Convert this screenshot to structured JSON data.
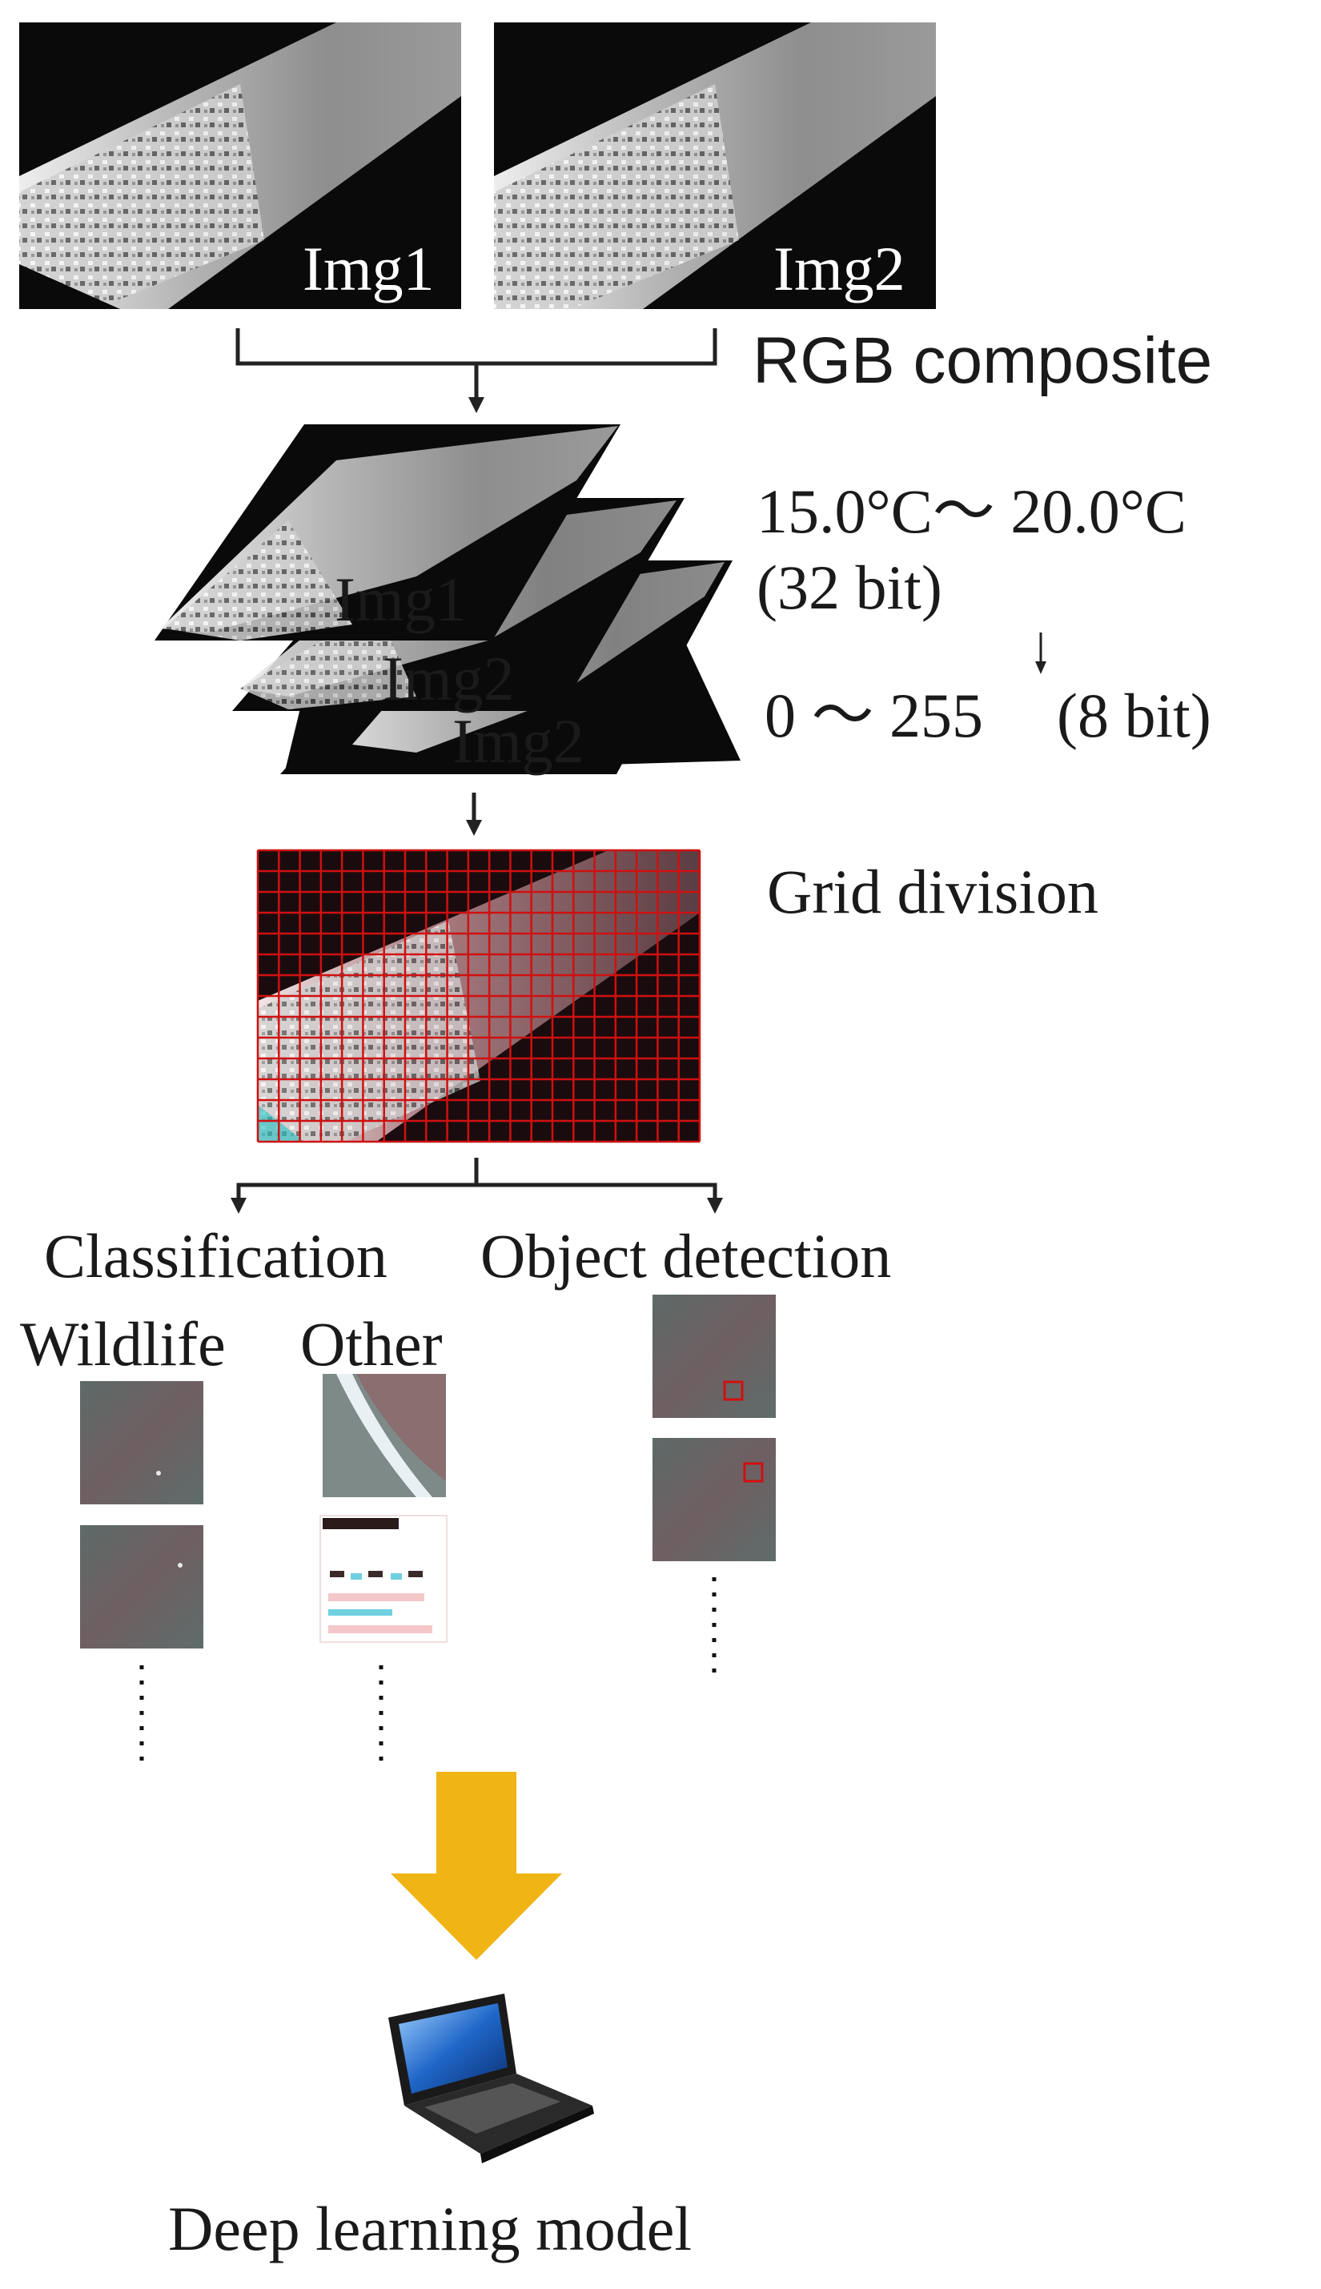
{
  "inputs": {
    "img1_label": "Img1",
    "img2_label": "Img2"
  },
  "steps": {
    "rgb_composite": "RGB composite",
    "range_in": "15.0°C～ 20.0°C",
    "bits_in": "(32 bit)",
    "range_out": "0 ～ 255",
    "bits_out": "(8 bit)",
    "grid_division": "Grid division",
    "classification": "Classification",
    "object_detection": "Object detection",
    "wildlife": "Wildlife",
    "other": "Other",
    "deep_learning_model": "Deep learning model"
  },
  "stack_labels": [
    "Img1",
    "Img2",
    "Img2"
  ],
  "colors": {
    "arrow_big": "#f0b414",
    "grid_line": "#d01010",
    "laptop_screen": "#1f66c8"
  },
  "icons": {
    "model": "laptop-icon",
    "flow": "down-arrow-icon"
  }
}
